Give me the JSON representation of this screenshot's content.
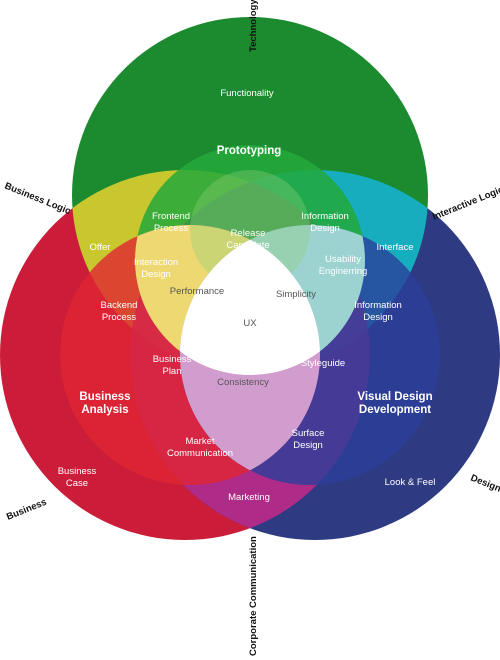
{
  "axes": {
    "technology": "Technology",
    "business_logic": "Business Logic",
    "interactive_logic": "Interactive Logic",
    "business": "Business",
    "design": "Design",
    "corporate_communication": "Corporate Communication"
  },
  "circles": {
    "top_outer": "Functionality",
    "top_inner": "Prototyping",
    "left_inner_1": "Business",
    "left_inner_2": "Analysis",
    "left_outer_1": "Business",
    "left_outer_2": "Case",
    "right_inner_1": "Visual Design",
    "right_inner_2": "Development",
    "right_outer": "Look & Feel"
  },
  "regions": {
    "offer": "Offer",
    "interface": "Interface",
    "marketing": "Marketing",
    "frontend_1": "Frontend",
    "frontend_2": "Process",
    "info_design_top_1": "Information",
    "info_design_top_2": "Design",
    "release_1": "Release",
    "release_2": "Candidate",
    "interaction_1": "Interaction",
    "interaction_2": "Design",
    "usability_1": "Usability",
    "usability_2": "Enginerring",
    "backend_1": "Backend",
    "backend_2": "Process",
    "info_design_right_1": "Information",
    "info_design_right_2": "Design",
    "performance": "Performance",
    "simplicity": "Simplicity",
    "ux": "UX",
    "business_plan_1": "Business",
    "business_plan_2": "Plan",
    "styleguide": "Styleguide",
    "consistency": "Consistency",
    "market_comm_1": "Market",
    "market_comm_2": "Communication",
    "surface_design_1": "Surface",
    "surface_design_2": "Design"
  },
  "colors": {
    "top_outer": "#1c8a2e",
    "top_inner": "#23a83a",
    "left_outer": "#c8102e",
    "left_inner": "#e02632",
    "right_outer": "#232f7a",
    "right_inner": "#2a3e9a",
    "yellow": "#e6d22e",
    "cyan": "#15b4d8",
    "magenta": "#c62a8a",
    "center": "#ffffff"
  }
}
